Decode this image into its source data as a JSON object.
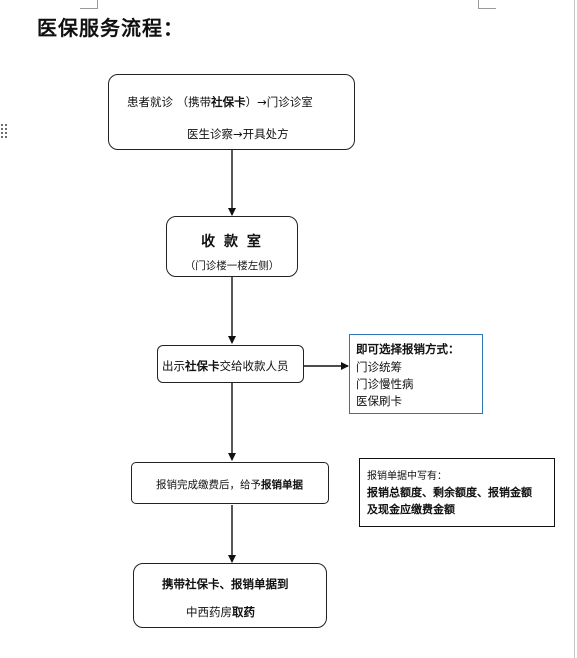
{
  "document": {
    "title": "医保服务流程："
  },
  "flowchart": {
    "step1": {
      "line1_prefix": "患者就诊 （携带",
      "line1_bold": "社保卡",
      "line1_suffix": "）→门诊诊室",
      "line2": "医生诊察→开具处方"
    },
    "step2": {
      "title": "收 款 室",
      "subtitle": "（门诊楼一楼左侧）"
    },
    "step3": {
      "prefix": "出示",
      "bold": "社保卡",
      "suffix": "交给收款人员"
    },
    "note1": {
      "heading": "即可选择报销方式：",
      "options": [
        "门诊统筹",
        "门诊慢性病",
        "医保刷卡"
      ]
    },
    "step4": {
      "prefix": "报销完成缴费后，给予",
      "bold": "报销单据"
    },
    "note2": {
      "intro": "报销单据中写有：",
      "line1": "报销总额度、剩余额度、报销金额",
      "line2": "及现金应缴费金额"
    },
    "step5": {
      "line1": "携带社保卡、报销单据到",
      "line2_prefix": "中西药房",
      "line2_bold": "取药"
    }
  },
  "colors": {
    "note1_border": "#2e75b6",
    "box_border": "#222222"
  }
}
